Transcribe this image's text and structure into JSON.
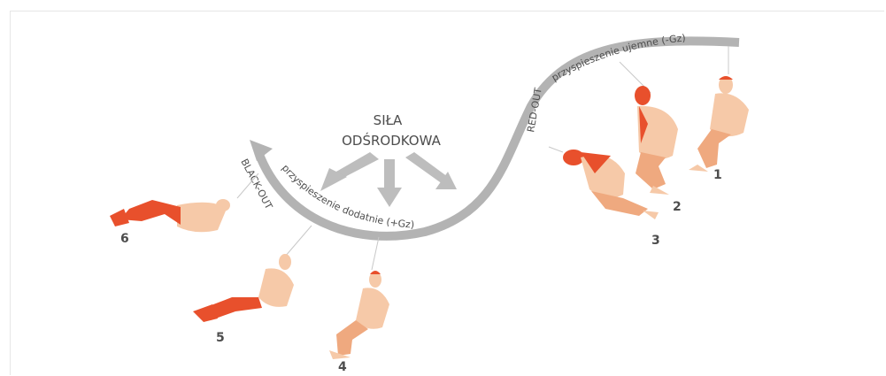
{
  "title_line1": "SIŁA",
  "title_line2": "ODŚRODKOWA",
  "label_negative": "przyspieszenie ujemne (-Gz)",
  "label_positive": "przyspieszenie dodatnie (+Gz)",
  "label_redout": "RED-OUT",
  "label_blackout": "BLACK-OUT",
  "figures": [
    {
      "number": "1",
      "state": "normal"
    },
    {
      "number": "2",
      "state": "red-head"
    },
    {
      "number": "3",
      "state": "red-head"
    },
    {
      "number": "4",
      "state": "normal"
    },
    {
      "number": "5",
      "state": "red-legs"
    },
    {
      "number": "6",
      "state": "red-legs"
    }
  ],
  "colors": {
    "path": "#b3b3b3",
    "arrow": "#bdbdbd",
    "skin_light": "#f6c9a8",
    "skin_mid": "#efa97f",
    "red": "#e8502c",
    "text": "#4d4d4d"
  }
}
